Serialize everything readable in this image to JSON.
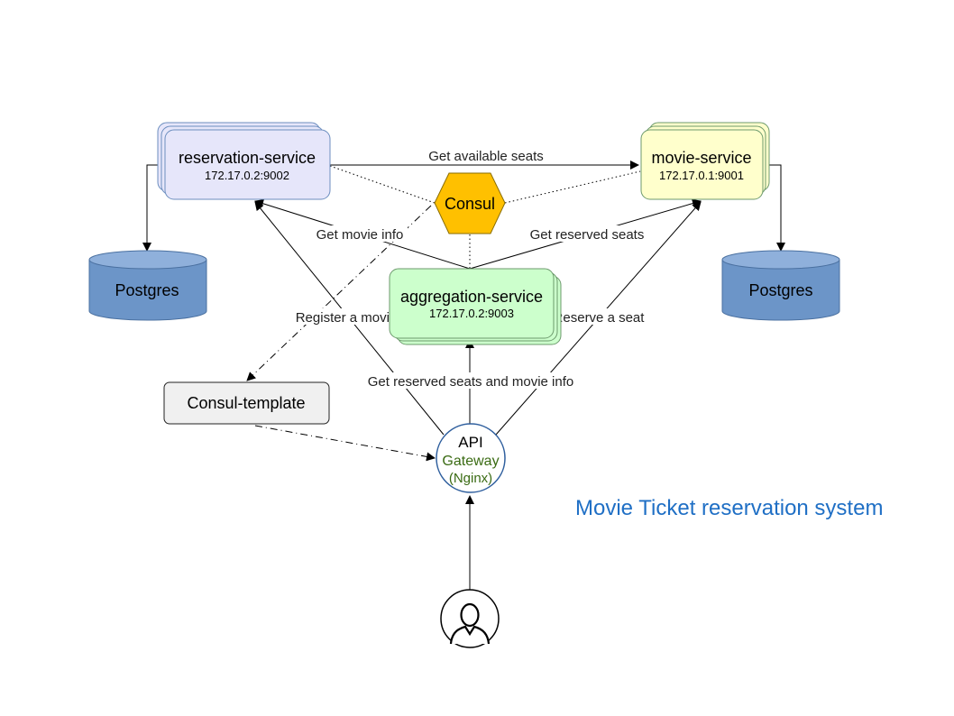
{
  "title": "Movie Ticket reservation system",
  "nodes": {
    "reservation": {
      "name": "reservation-service",
      "address": "172.17.0.2:9002"
    },
    "movie": {
      "name": "movie-service",
      "address": "172.17.0.1:9001"
    },
    "aggregation": {
      "name": "aggregation-service",
      "address": "172.17.0.2:9003"
    },
    "consul": {
      "name": "Consul"
    },
    "consul_template": {
      "name": "Consul-template"
    },
    "postgres_left": {
      "name": "Postgres"
    },
    "postgres_right": {
      "name": "Postgres"
    },
    "gateway": {
      "line1": "API",
      "line2": "Gateway",
      "line3": "(Nginx)"
    }
  },
  "edge_labels": {
    "get_available_seats": "Get available seats",
    "get_movie_info": "Get movie info",
    "get_reserved_seats": "Get reserved seats",
    "register_movie": "Register a movie",
    "reserve_seat": "Reserve a seat",
    "get_reserved_and_info": "Get reserved seats and movie info"
  },
  "colors": {
    "reservation_fill": "#e6e6fa",
    "reservation_stroke": "#6c8ebf",
    "movie_fill": "#ffffcc",
    "movie_stroke": "#6d9a6d",
    "aggregation_fill": "#ccffcc",
    "aggregation_stroke": "#6d9a6d",
    "consul_fill": "#ffc000",
    "db_fill": "#6c95c8",
    "db_stroke": "#4a70a0",
    "gateway_stroke": "#2f5f9e",
    "gateway_text": "#3a6b13",
    "title": "#1f6fc5"
  }
}
